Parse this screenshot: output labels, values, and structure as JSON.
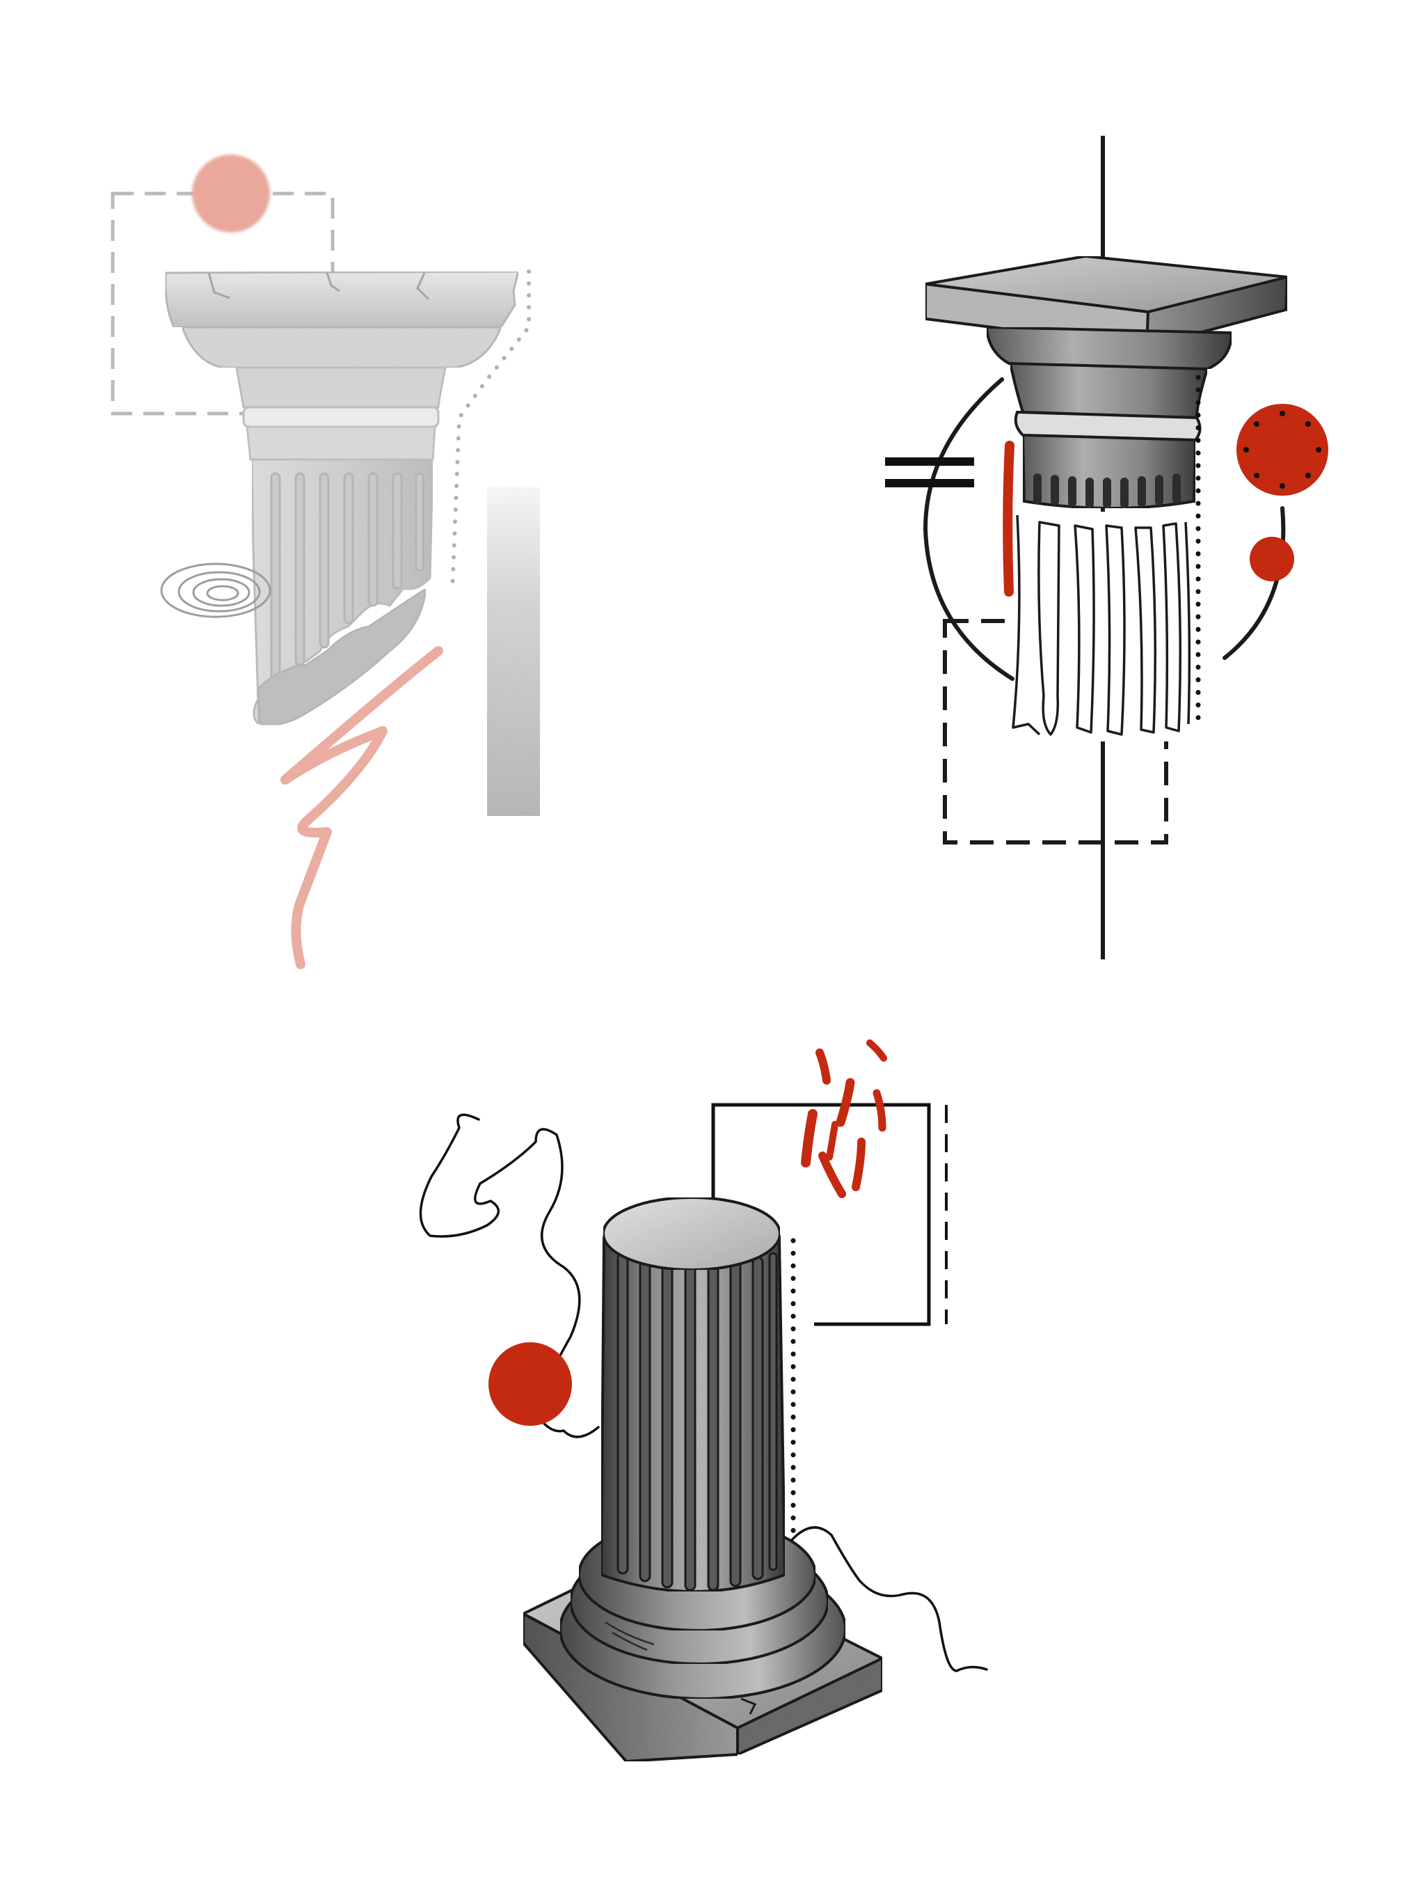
{
  "artwork": {
    "colors": {
      "background": "#ffffff",
      "accent_red": "#c42a10",
      "accent_red_faded": "#eaa89c",
      "ink": "#1b1b1b",
      "stone_light": "#e6e6e6",
      "stone_mid": "#a9a9a9",
      "stone_dark": "#5a5a5a",
      "faded_gray": "#c2c2c2"
    },
    "motifs": [
      "faded-broken-doric-column",
      "line-drawn-capital-column",
      "fluted-column-on-square-base"
    ]
  }
}
